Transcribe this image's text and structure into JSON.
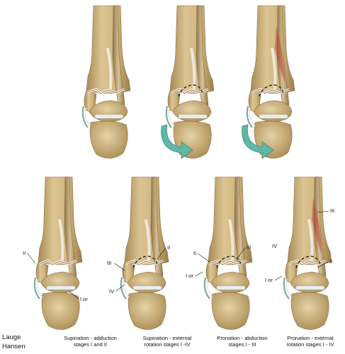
{
  "author": {
    "line1": "Lauge",
    "line2": "Hansen"
  },
  "captions": [
    {
      "line1": "Supination - adduction",
      "line2": "stages I and II"
    },
    {
      "line1": "Supination - external",
      "line2": "rotation stages I -IV"
    },
    {
      "line1": "Pronation - abduction",
      "line2": "stages I - III"
    },
    {
      "line1": "Pronation - external",
      "line2": "rotation stages I - IV"
    }
  ],
  "labels": {
    "p1_ii": "II",
    "p1_ior": "I or",
    "p2_iii": "III",
    "p2_ii": "II",
    "p2_iv": "IV",
    "p3_ii": "II",
    "p3_iii": "III",
    "p3_ior": "I or",
    "p4_iv": "IV",
    "p4_iii": "III",
    "p4_ii": "II",
    "p4_ior": "I or"
  },
  "colors": {
    "bone": "#d9c08c",
    "bone_shade": "#b89a5e",
    "ligament": "#e9eef2",
    "arrow": "#5fb7a6",
    "blood": "#c0463a"
  }
}
